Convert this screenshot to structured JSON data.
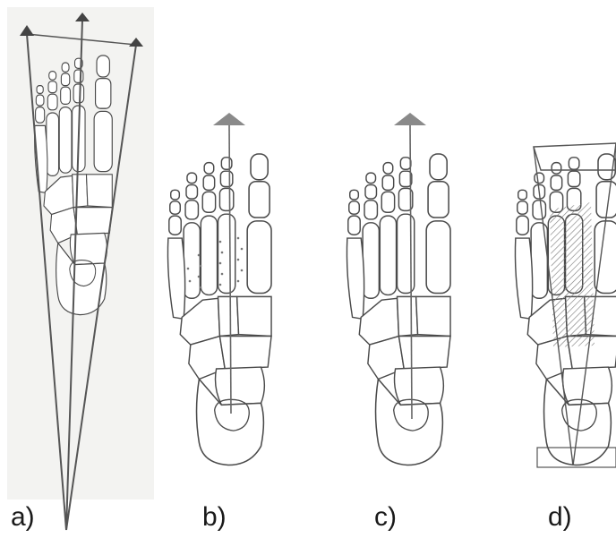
{
  "figure": {
    "panels": [
      {
        "id": "a",
        "label": "a)",
        "description_icon": "foot-skeleton-three-axes"
      },
      {
        "id": "b",
        "label": "b)",
        "description_icon": "foot-skeleton-dotted-metatarsals"
      },
      {
        "id": "c",
        "label": "c)",
        "description_icon": "foot-skeleton-central-axis"
      },
      {
        "id": "d",
        "label": "d)",
        "description_icon": "foot-skeleton-hatched-wedge"
      }
    ]
  },
  "colors": {
    "bone_outline": "#4a4a4a",
    "axis_line": "#555555",
    "arrow_head": "#8a8a8a",
    "hatch": "#777777",
    "paper_bg_a": "#f3f3f1"
  }
}
